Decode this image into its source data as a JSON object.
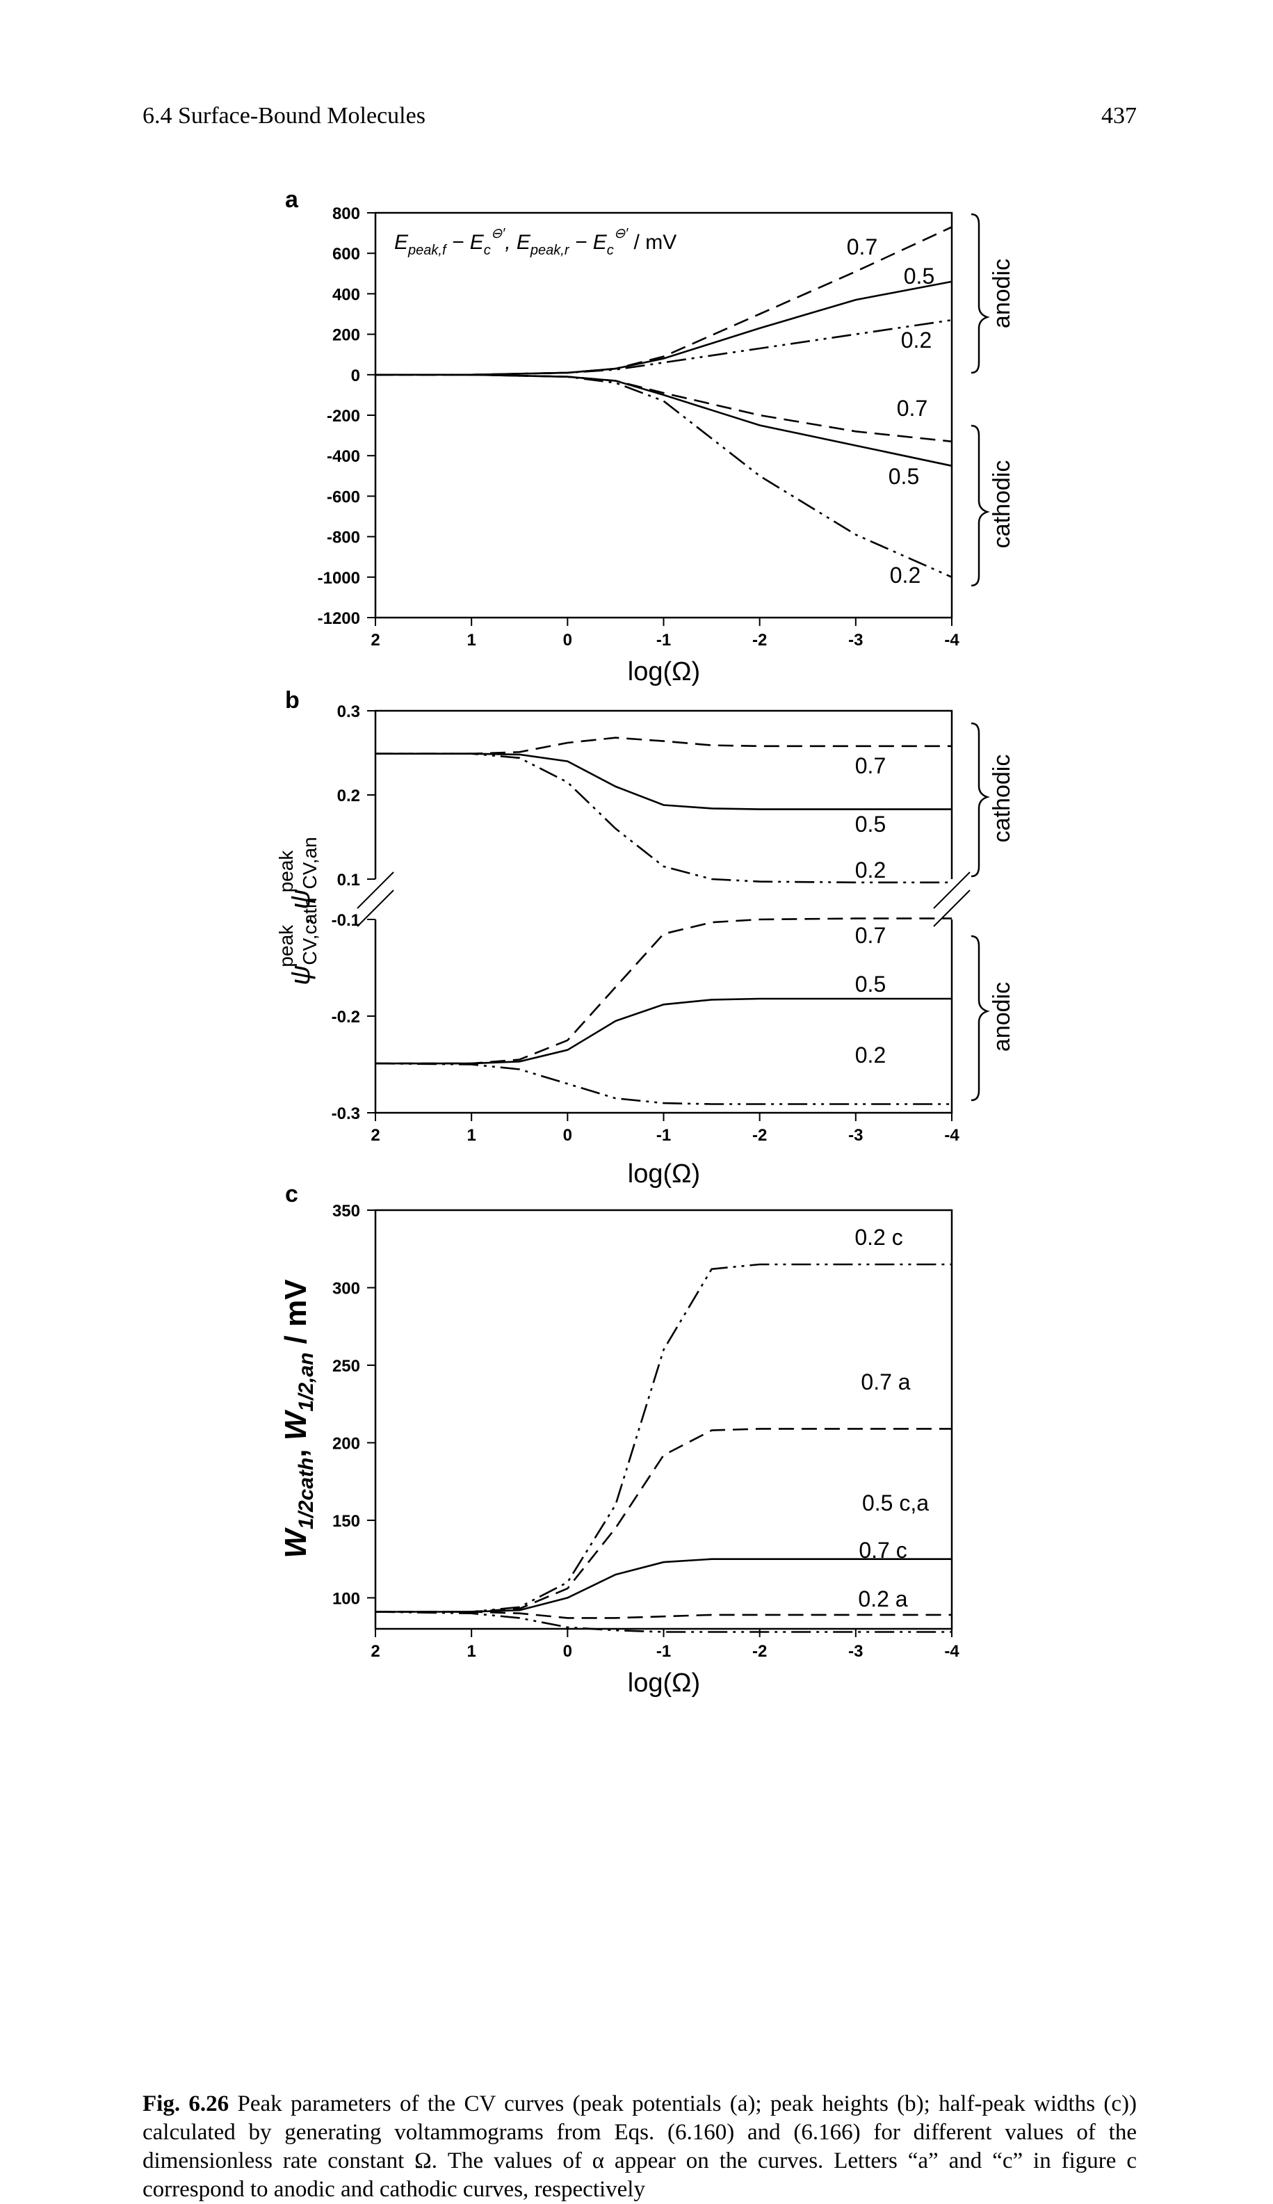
{
  "header": {
    "section": "6.4   Surface-Bound Molecules",
    "page_number": "437"
  },
  "chart_data": [
    {
      "panel": "a",
      "type": "line",
      "inset_title": "E_peak,f − E_c^⊖′ , E_peak,r − E_c^⊖′ / mV",
      "xlabel": "log(Ω)",
      "ylabel": "",
      "xlim": [
        2,
        -4
      ],
      "ylim": [
        -1200,
        800
      ],
      "x_ticks": [
        "2",
        "1",
        "0",
        "-1",
        "-2",
        "-3",
        "-4"
      ],
      "y_ticks": [
        "800",
        "600",
        "400",
        "200",
        "0",
        "-200",
        "-400",
        "-600",
        "-800",
        "-1000",
        "-1200"
      ],
      "groups": [
        "anodic",
        "cathodic"
      ],
      "series": [
        {
          "name": "0.7",
          "group": "anodic",
          "style": "dashed",
          "x": [
            2,
            1,
            0,
            -0.5,
            -1,
            -2,
            -3,
            -4
          ],
          "y": [
            0,
            0,
            10,
            30,
            90,
            300,
            510,
            730
          ]
        },
        {
          "name": "0.5",
          "group": "anodic",
          "style": "solid",
          "x": [
            2,
            1,
            0,
            -0.5,
            -1,
            -2,
            -3,
            -4
          ],
          "y": [
            0,
            0,
            10,
            30,
            80,
            230,
            370,
            460
          ]
        },
        {
          "name": "0.2",
          "group": "anodic",
          "style": "dashdot",
          "x": [
            2,
            1,
            0,
            -0.5,
            -1,
            -2,
            -3,
            -4
          ],
          "y": [
            0,
            0,
            10,
            25,
            60,
            130,
            200,
            270
          ]
        },
        {
          "name": "0.7",
          "group": "cathodic",
          "style": "dashed",
          "x": [
            2,
            1,
            0,
            -0.5,
            -1,
            -2,
            -3,
            -4
          ],
          "y": [
            0,
            0,
            -10,
            -30,
            -90,
            -200,
            -280,
            -330
          ]
        },
        {
          "name": "0.5",
          "group": "cathodic",
          "style": "solid",
          "x": [
            2,
            1,
            0,
            -0.5,
            -1,
            -2,
            -3,
            -4
          ],
          "y": [
            0,
            0,
            -10,
            -30,
            -100,
            -250,
            -350,
            -450
          ]
        },
        {
          "name": "0.2",
          "group": "cathodic",
          "style": "dashdot",
          "x": [
            2,
            1,
            0,
            -0.5,
            -1,
            -2,
            -3,
            -4
          ],
          "y": [
            0,
            0,
            -10,
            -40,
            -130,
            -500,
            -790,
            -1000
          ]
        }
      ]
    },
    {
      "panel": "b",
      "type": "line",
      "xlabel": "log(Ω)",
      "ylabel": "ψ CV,cath peak , ψ CV,an peak",
      "xlim": [
        2,
        -4
      ],
      "ylim": [
        -0.3,
        0.3
      ],
      "axis_break": [
        -0.1,
        0.1
      ],
      "x_ticks": [
        "2",
        "1",
        "0",
        "-1",
        "-2",
        "-3",
        "-4"
      ],
      "y_ticks": [
        "0.3",
        "0.2",
        "0.1",
        "-0.1",
        "-0.2",
        "-0.3"
      ],
      "groups": [
        "cathodic",
        "anodic"
      ],
      "series": [
        {
          "name": "0.7",
          "group": "cathodic",
          "style": "dashed",
          "x": [
            2,
            1,
            0.5,
            0,
            -0.5,
            -1,
            -1.5,
            -2,
            -3,
            -4
          ],
          "y": [
            0.249,
            0.249,
            0.251,
            0.262,
            0.268,
            0.264,
            0.259,
            0.258,
            0.258,
            0.258
          ]
        },
        {
          "name": "0.5",
          "group": "cathodic",
          "style": "solid",
          "x": [
            2,
            1,
            0.5,
            0,
            -0.5,
            -1,
            -1.5,
            -2,
            -3,
            -4
          ],
          "y": [
            0.249,
            0.249,
            0.248,
            0.24,
            0.21,
            0.188,
            0.184,
            0.183,
            0.183,
            0.183
          ]
        },
        {
          "name": "0.2",
          "group": "cathodic",
          "style": "dashdot",
          "x": [
            2,
            1,
            0.5,
            0,
            -0.5,
            -1,
            -1.5,
            -2,
            -3,
            -4
          ],
          "y": [
            0.249,
            0.249,
            0.244,
            0.215,
            0.16,
            0.115,
            0.1,
            0.097,
            0.096,
            0.096
          ]
        },
        {
          "name": "0.7",
          "group": "anodic",
          "style": "dashed",
          "x": [
            2,
            1,
            0.5,
            0,
            -0.5,
            -1,
            -1.5,
            -2,
            -3,
            -4
          ],
          "y": [
            -0.249,
            -0.249,
            -0.245,
            -0.225,
            -0.17,
            -0.115,
            -0.103,
            -0.1,
            -0.099,
            -0.099
          ]
        },
        {
          "name": "0.5",
          "group": "anodic",
          "style": "solid",
          "x": [
            2,
            1,
            0.5,
            0,
            -0.5,
            -1,
            -1.5,
            -2,
            -3,
            -4
          ],
          "y": [
            -0.249,
            -0.249,
            -0.247,
            -0.235,
            -0.205,
            -0.188,
            -0.183,
            -0.182,
            -0.182,
            -0.182
          ]
        },
        {
          "name": "0.2",
          "group": "anodic",
          "style": "dashdot",
          "x": [
            2,
            1,
            0.5,
            0,
            -0.5,
            -1,
            -1.5,
            -2,
            -3,
            -4
          ],
          "y": [
            -0.249,
            -0.25,
            -0.255,
            -0.27,
            -0.285,
            -0.29,
            -0.291,
            -0.291,
            -0.291,
            -0.291
          ]
        }
      ]
    },
    {
      "panel": "c",
      "type": "line",
      "xlabel": "log(Ω)",
      "ylabel": "W1/2cath, W1/2,an / mV",
      "xlim": [
        2,
        -4
      ],
      "ylim": [
        80,
        350
      ],
      "x_ticks": [
        "2",
        "1",
        "0",
        "-1",
        "-2",
        "-3",
        "-4"
      ],
      "y_ticks": [
        "350",
        "300",
        "250",
        "200",
        "150",
        "100"
      ],
      "series": [
        {
          "name": "0.2 c",
          "style": "dashdot",
          "x": [
            2,
            1,
            0.5,
            0,
            -0.5,
            -1,
            -1.5,
            -2,
            -3,
            -4
          ],
          "y": [
            91,
            91,
            94,
            110,
            160,
            260,
            312,
            315,
            315,
            315
          ]
        },
        {
          "name": "0.7 a",
          "style": "dashed",
          "x": [
            2,
            1,
            0.5,
            0,
            -0.5,
            -1,
            -1.5,
            -2,
            -3,
            -4
          ],
          "y": [
            91,
            91,
            93,
            106,
            145,
            192,
            208,
            209,
            209,
            209
          ]
        },
        {
          "name": "0.5 c,a",
          "style": "solid",
          "x": [
            2,
            1,
            0.5,
            0,
            -0.5,
            -1,
            -1.5,
            -2,
            -3,
            -4
          ],
          "y": [
            91,
            91,
            92,
            100,
            115,
            123,
            125,
            125,
            125,
            125
          ]
        },
        {
          "name": "0.7 c",
          "style": "dashed",
          "x": [
            2,
            1,
            0.5,
            0,
            -0.5,
            -1,
            -1.5,
            -2,
            -3,
            -4
          ],
          "y": [
            91,
            91,
            90,
            87,
            87,
            88,
            89,
            89,
            89,
            89
          ]
        },
        {
          "name": "0.2 a",
          "style": "dashdot",
          "x": [
            2,
            1,
            0.5,
            0,
            -0.5,
            -1,
            -1.5,
            -2,
            -3,
            -4
          ],
          "y": [
            91,
            90,
            87,
            81,
            79,
            78,
            78,
            78,
            78,
            78
          ]
        }
      ]
    }
  ],
  "caption": {
    "label": "Fig. 6.26",
    "text": "Peak parameters of the CV curves (peak potentials (a); peak heights (b); half-peak widths (c)) calculated by generating voltammograms from Eqs. (6.160) and (6.166) for different values of the dimensionless rate constant Ω. The values of α appear on the curves. Letters “a” and “c” in figure c correspond to anodic and cathodic curves, respectively"
  }
}
